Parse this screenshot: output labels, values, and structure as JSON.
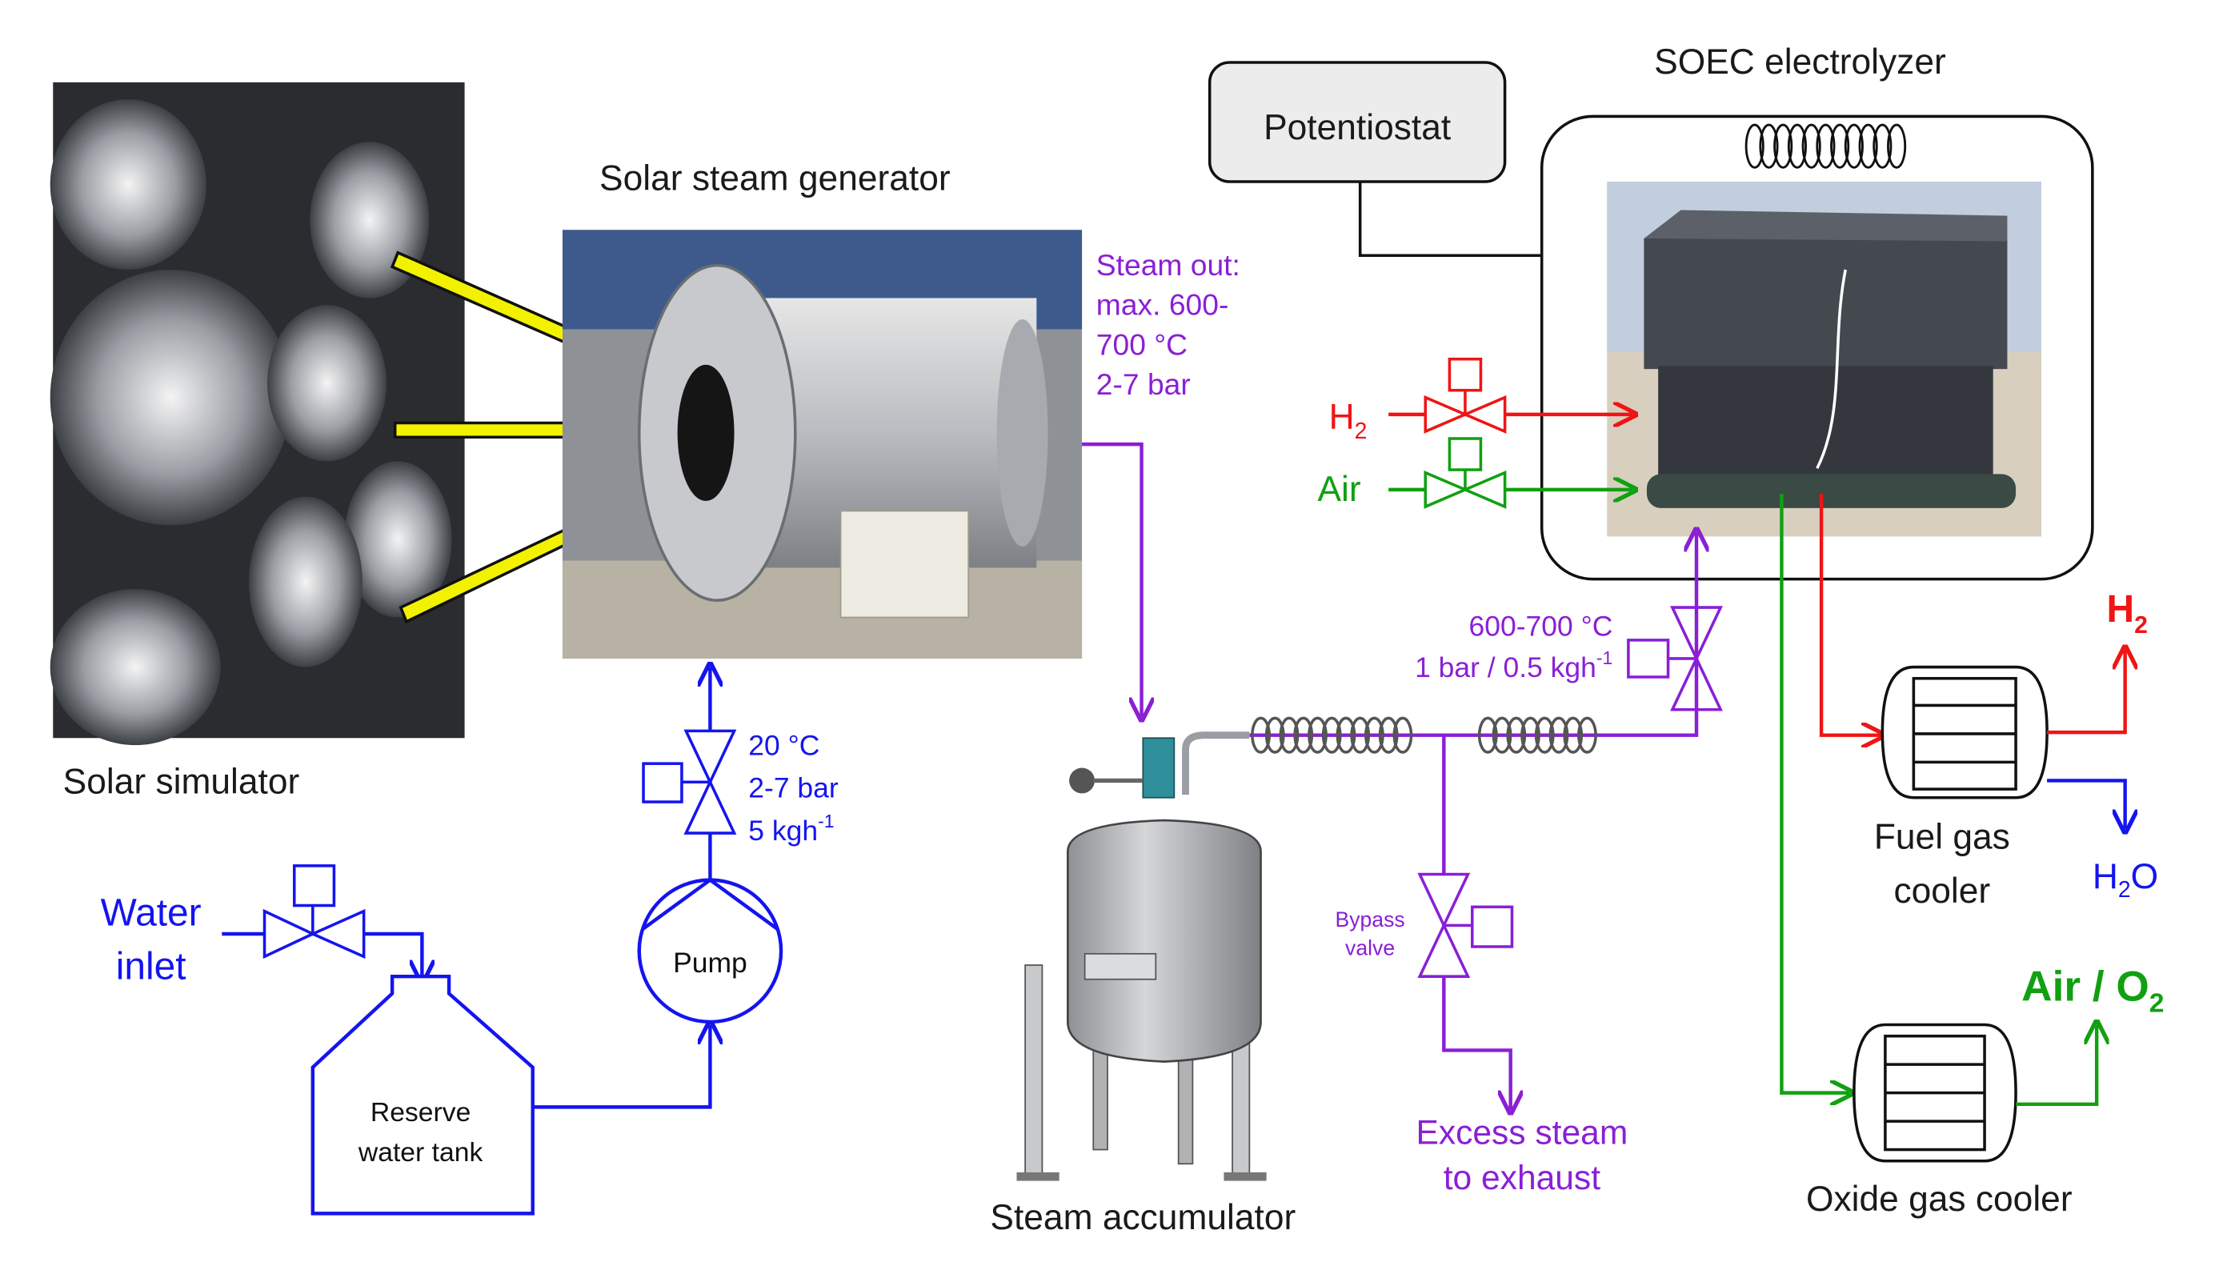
{
  "colors": {
    "water": "#1414f0",
    "steam": "#8a1fd6",
    "hydrogen": "#f01414",
    "air": "#11a011",
    "signal": "#111111",
    "photo_gray": "#8e9196",
    "arrow_fill": "#f2f200"
  },
  "labels": {
    "solar_simulator": "Solar simulator",
    "solar_steam_generator": "Solar steam generator",
    "steam_out_1": "Steam out:",
    "steam_out_2": "max. 600-",
    "steam_out_3": "700 °C",
    "steam_out_4": "2-7 bar",
    "potentiostat": "Potentiostat",
    "soec": "SOEC electrolyzer",
    "h2_in": "H",
    "h2_in_sub": "2",
    "air_in": "Air",
    "soec_steam_1": "600-700 °C",
    "soec_steam_2": "1 bar / 0.5 kgh",
    "soec_steam_2_sup": "-1",
    "h2_out": "H",
    "h2_out_sub": "2",
    "fuel_cooler_1": "Fuel gas",
    "fuel_cooler_2": "cooler",
    "h2o_out": "H",
    "h2o_out_sub": "2",
    "h2o_out_o": "O",
    "air_o2": "Air / O",
    "air_o2_sub": "2",
    "oxide_cooler": "Oxide gas cooler",
    "water_inlet_1": "Water",
    "water_inlet_2": "inlet",
    "reserve_tank_1": "Reserve",
    "reserve_tank_2": "water tank",
    "pump": "Pump",
    "pump_spec_1": "20 °C",
    "pump_spec_2": "2-7 bar",
    "pump_spec_3": "5 kgh",
    "pump_spec_3_sup": "-1",
    "steam_accumulator": "Steam accumulator",
    "bypass_1": "Bypass",
    "bypass_2": "valve",
    "excess_1": "Excess steam",
    "excess_2": "to exhaust"
  }
}
